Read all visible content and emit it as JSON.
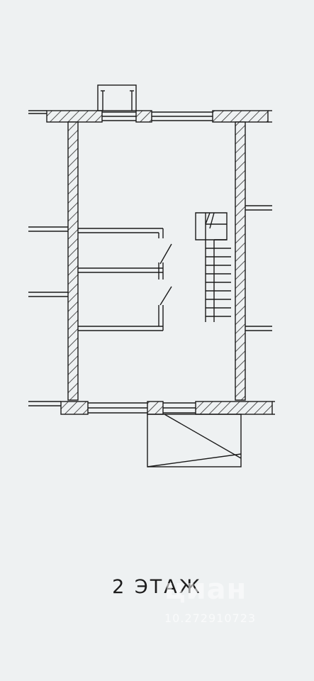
{
  "caption": "2 ЭТАЖ",
  "watermark": {
    "logo": "циан",
    "listing_id": "10.272910723"
  },
  "colors": {
    "background": "#eef1f2",
    "line": "#1a1a1a",
    "hatch": "#2a2a2a"
  }
}
